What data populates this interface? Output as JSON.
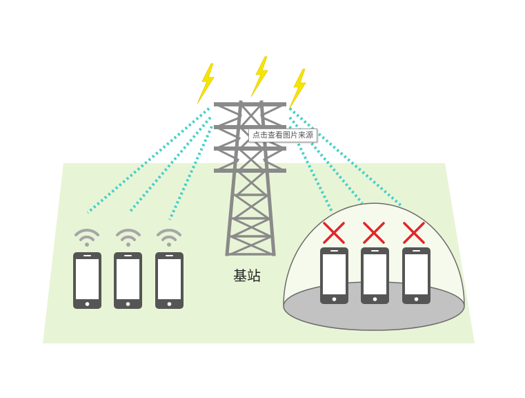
{
  "tooltip": {
    "text": "点击查看图片来源"
  },
  "station": {
    "label": "基站"
  },
  "colors": {
    "ground": "#e8f4d6",
    "tower": "#8a8a8a",
    "phone": "#555555",
    "wifi": "#a6a6a6",
    "signal": "#3fd0c8",
    "lightning": "#f5e600",
    "blocked": "#e0262b",
    "shield_floor": "#c2c2c2",
    "shield_outline": "#6a6a6a"
  },
  "icons": [
    "lightning-bolt-icon",
    "wifi-icon",
    "smartphone-icon",
    "cross-icon"
  ],
  "phones": {
    "connected_count": 3,
    "blocked_count": 3
  }
}
